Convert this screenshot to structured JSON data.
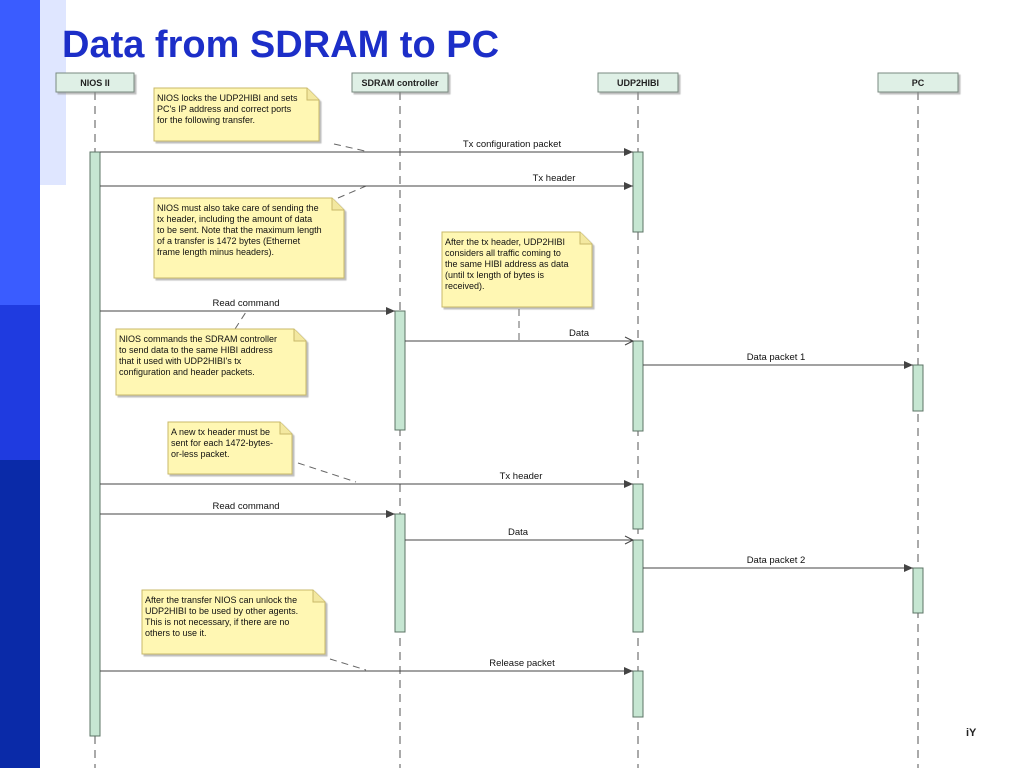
{
  "slide": {
    "title": "Data from SDRAM to PC",
    "footer_text": "iY"
  },
  "colors": {
    "title": "#1c2ec8",
    "band_light": "#3a5cff",
    "band_mid": "#1f3be0",
    "band_dark": "#0a2aa8",
    "lifeline_header_fill": "#dff0e6",
    "activation_fill": "#c6e6d2",
    "note_fill": "#fff7b3",
    "note_border": "#c9b96a"
  },
  "participants": [
    {
      "id": "nios",
      "label": "NIOS II"
    },
    {
      "id": "sdram",
      "label": "SDRAM controller"
    },
    {
      "id": "udp",
      "label": "UDP2HIBI"
    },
    {
      "id": "pc",
      "label": "PC"
    }
  ],
  "messages": [
    {
      "from": "nios",
      "to": "udp",
      "label": "Tx configuration packet",
      "style": "solid"
    },
    {
      "from": "nios",
      "to": "udp",
      "label": "Tx header",
      "style": "solid"
    },
    {
      "from": "nios",
      "to": "sdram",
      "label": "Read command",
      "style": "solid"
    },
    {
      "from": "sdram",
      "to": "udp",
      "label": "Data",
      "style": "open"
    },
    {
      "from": "udp",
      "to": "pc",
      "label": "Data packet 1",
      "style": "solid"
    },
    {
      "from": "nios",
      "to": "udp",
      "label": "Tx header",
      "style": "solid"
    },
    {
      "from": "nios",
      "to": "sdram",
      "label": "Read command",
      "style": "solid"
    },
    {
      "from": "sdram",
      "to": "udp",
      "label": "Data",
      "style": "open"
    },
    {
      "from": "udp",
      "to": "pc",
      "label": "Data packet 2",
      "style": "solid"
    },
    {
      "from": "nios",
      "to": "udp",
      "label": "Release packet",
      "style": "solid"
    }
  ],
  "notes": [
    {
      "lines": [
        "NIOS locks the UDP2HIBI and sets",
        "PC's IP address and correct ports",
        "for the following transfer."
      ]
    },
    {
      "lines": [
        "NIOS must also take care of sending the",
        "tx header, including the amount of data",
        "to be sent. Note that the maximum length",
        "of a transfer is 1472 bytes (Ethernet",
        "frame length minus headers)."
      ]
    },
    {
      "lines": [
        "After the tx header, UDP2HIBI",
        "considers all traffic coming to",
        "the same HIBI address as data",
        "(until tx length of bytes is",
        "received)."
      ]
    },
    {
      "lines": [
        "NIOS commands the SDRAM controller",
        "to send data to the same HIBI address",
        "that it used with UDP2HIBI's tx",
        "configuration and header packets."
      ]
    },
    {
      "lines": [
        "A new tx header must be",
        "sent for each 1472-bytes-",
        "or-less packet."
      ]
    },
    {
      "lines": [
        "After the transfer NIOS can unlock the",
        "UDP2HIBI to be used by other agents.",
        "This is not necessary, if there are no",
        "others to use it."
      ]
    }
  ]
}
